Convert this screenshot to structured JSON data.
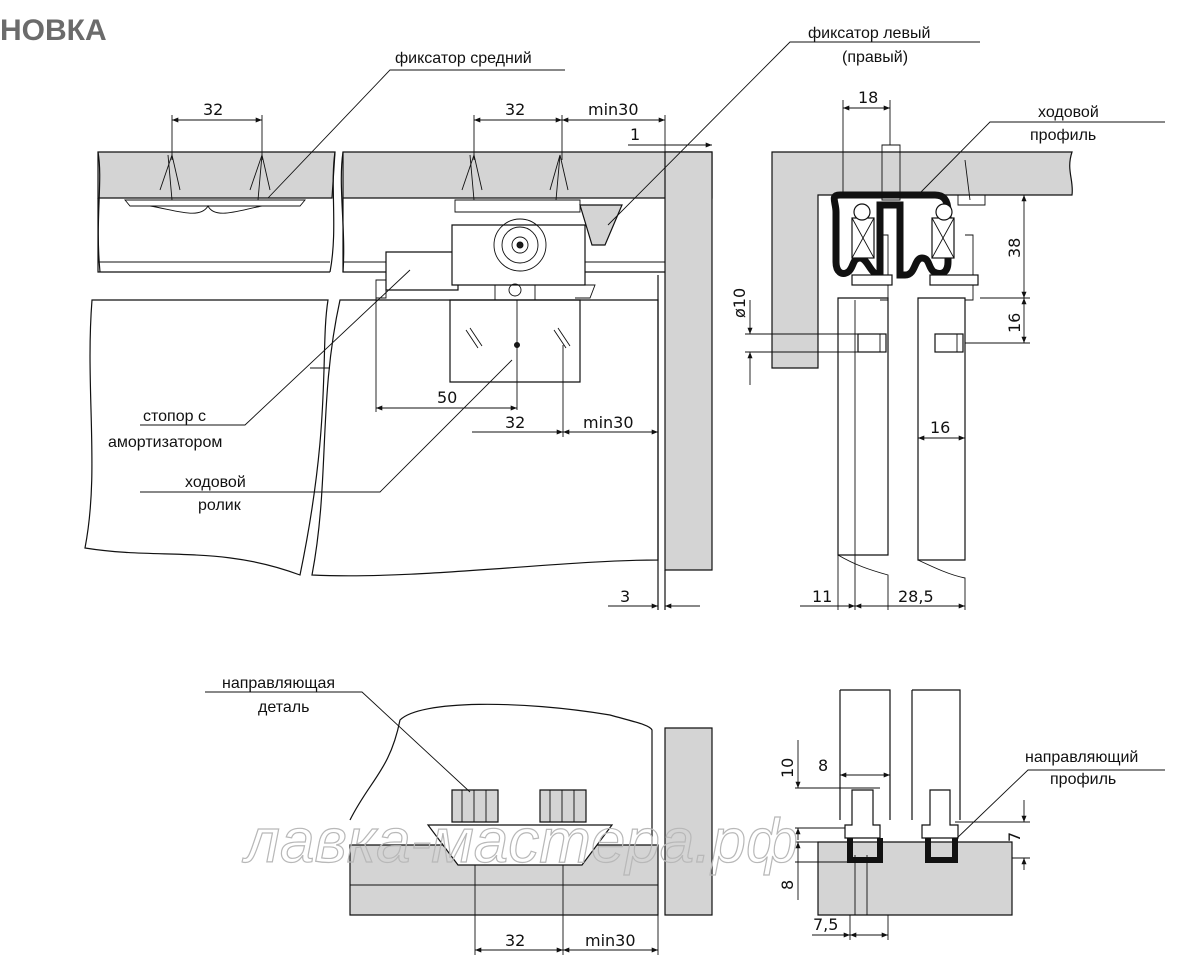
{
  "title": "НОВКА",
  "labels": {
    "fix_mid": "фиксатор средний",
    "fix_left_1": "фиксатор левый",
    "fix_left_2": "(правый)",
    "run_prof_1": "ходовой",
    "run_prof_2": "профиль",
    "stopper_1": "стопор с",
    "stopper_2": "амортизатором",
    "roller_1": "ходовой",
    "roller_2": "ролик",
    "guide_part_1": "направляющая",
    "guide_part_2": "деталь",
    "guide_prof_1": "направляющий",
    "guide_prof_2": "профиль"
  },
  "dims": {
    "d32_a": "32",
    "d32_b": "32",
    "min30_a": "min30",
    "d1": "1",
    "d50": "50",
    "d32_c": "32",
    "min30_b": "min30",
    "d3": "3",
    "d18": "18",
    "d38": "38",
    "d16_v": "16",
    "phi10": "ø10",
    "d16_h": "16",
    "d11": "11",
    "d28_5": "28,5",
    "d32_d": "32",
    "min30_c": "min30",
    "d10": "10",
    "d8_h": "8",
    "d7": "7",
    "d8_v": "8",
    "d7_5": "7,5"
  },
  "watermark": "лавка-мастера.рф"
}
